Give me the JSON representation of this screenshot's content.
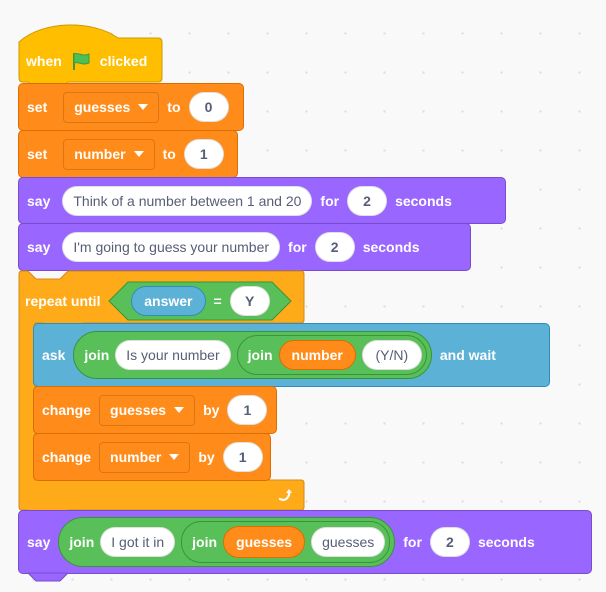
{
  "workspace": {
    "background": "#f9f9f9",
    "colors": {
      "events": "#ffbf00",
      "variables": "#ff8c1a",
      "looks": "#9966ff",
      "control": "#ffab19",
      "sensing": "#5cb1d6",
      "operators": "#59c059"
    }
  },
  "script": {
    "hat": {
      "when": "when",
      "flag_icon": "green-flag-icon",
      "clicked": "clicked"
    },
    "set_guesses": {
      "set": "set",
      "variable": "guesses",
      "to": "to",
      "value": "0"
    },
    "set_number": {
      "set": "set",
      "variable": "number",
      "to": "to",
      "value": "1"
    },
    "say1": {
      "say": "say",
      "message": "Think of a number between 1 and 20",
      "for": "for",
      "secs": "2",
      "seconds": "seconds"
    },
    "say2": {
      "say": "say",
      "message": "I'm going to guess your number",
      "for": "for",
      "secs": "2",
      "seconds": "seconds"
    },
    "repeat": {
      "label": "repeat until",
      "condition": {
        "left": "answer",
        "op": "=",
        "right": "Y"
      },
      "loop_icon": "loop-arrow-icon",
      "body": {
        "ask": {
          "ask": "ask",
          "join1": "join",
          "text1": "Is your number",
          "join2": "join",
          "var": "number",
          "text2": "(Y/N)",
          "and_wait": "and wait"
        },
        "change_guesses": {
          "change": "change",
          "variable": "guesses",
          "by": "by",
          "value": "1"
        },
        "change_number": {
          "change": "change",
          "variable": "number",
          "by": "by",
          "value": "1"
        }
      }
    },
    "say_final": {
      "say": "say",
      "join1": "join",
      "text1": "I got it in",
      "join2": "join",
      "var": "guesses",
      "text2": "guesses",
      "for": "for",
      "secs": "2",
      "seconds": "seconds"
    }
  }
}
